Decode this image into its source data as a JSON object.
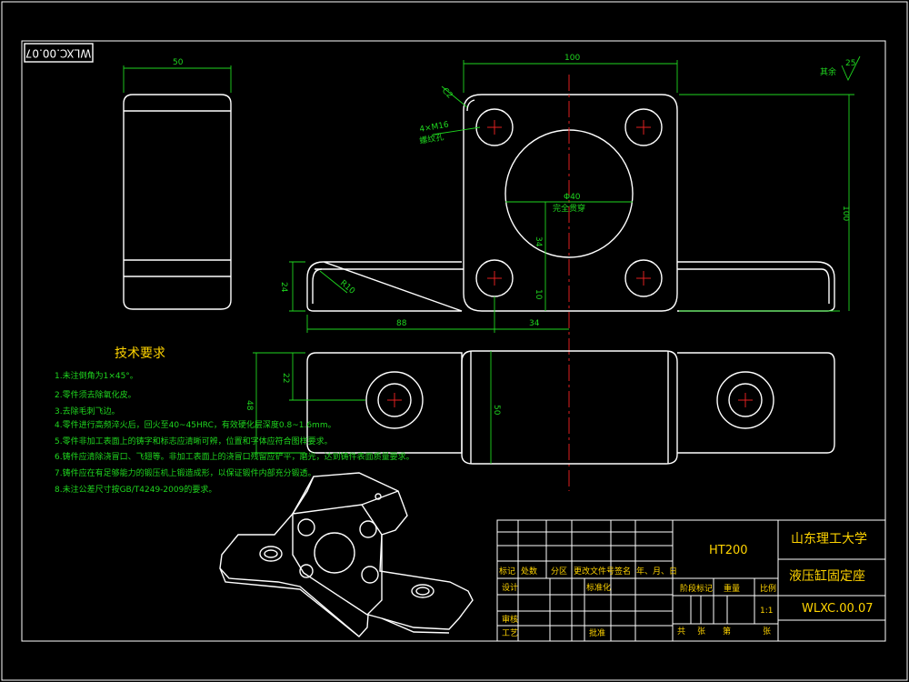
{
  "drawing_code": "WLXC.00.07",
  "dims": {
    "side_width": "50",
    "top_width": "100",
    "chamfer": "C2",
    "holes": "4×M16",
    "holes_note": "螺纹孔",
    "bore": "Φ40",
    "bore_note": "完全贯穿",
    "height_100": "100",
    "d34v": "34",
    "d10": "10",
    "d24": "24",
    "r10": "R10",
    "d88": "88",
    "d34h": "34",
    "d22": "22",
    "d48": "48",
    "d50": "50"
  },
  "roughness": {
    "label": "其余",
    "value": "25"
  },
  "tech": {
    "title": "技术要求",
    "items": [
      "1.未注倒角为1×45°。",
      "2.零件须去除氧化皮。",
      "3.去除毛刺飞边。",
      "4.零件进行高频淬火后，回火至40~45HRC，有效硬化层深度0.8~1.6mm。",
      "5.零件非加工表面上的铸字和标志应清晰可辨，位置和字体应符合图样要求。",
      "6.铸件应清除浇冒口、飞翅等。非加工表面上的浇冒口残留应铲平，磨光，达到铸件表面质量要求。",
      "7.铸件应在有足够能力的锻压机上锻造成形，以保证锻件内部充分锻透。",
      "8.未注公差尺寸按GB/T4249-2009的要求。"
    ]
  },
  "title_block": {
    "material": "HT200",
    "university": "山东理工大学",
    "part_name": "液压缸固定座",
    "code": "WLXC.00.07",
    "scale": "1:1",
    "h_mark": "标记",
    "h_count": "处数",
    "h_zone": "分区",
    "h_doc": "更改文件号",
    "h_sign": "签名",
    "h_date": "年、月、日",
    "design": "设计",
    "standard": "标准化",
    "review": "审核",
    "process": "工艺",
    "approve": "批准",
    "stage": "阶段标记",
    "weight": "重量",
    "ratio": "比例",
    "total": "共",
    "sheets": "张",
    "no": "第",
    "sheet2": "张"
  }
}
